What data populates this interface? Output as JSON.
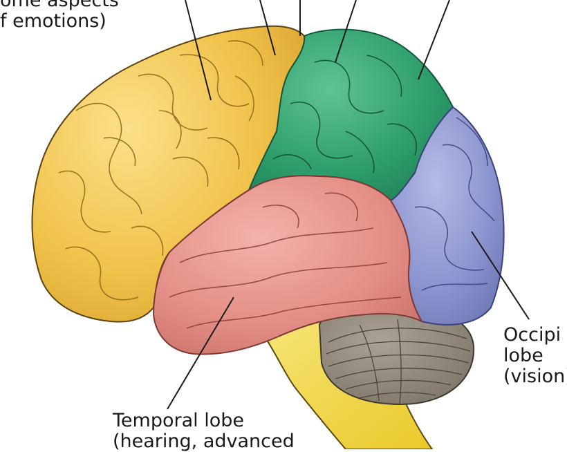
{
  "labels": {
    "frontal_partial": {
      "line1": "ome aspects",
      "line2": "f emotions)"
    },
    "occipital": {
      "line1": "Occipi",
      "line2": "lobe",
      "line3": "(vision)"
    },
    "temporal": {
      "line1": "Temporal lobe",
      "line2": "(hearing, advanced"
    }
  },
  "colors": {
    "frontal": "#f0c24a",
    "parietal": "#2e9e6c",
    "temporal": "#e38e86",
    "occipital": "#8c95cf",
    "cerebellum": "#8e8677",
    "brainstem": "#f3da38",
    "outline": "#4a3b16",
    "leader": "#1a1a1a"
  }
}
